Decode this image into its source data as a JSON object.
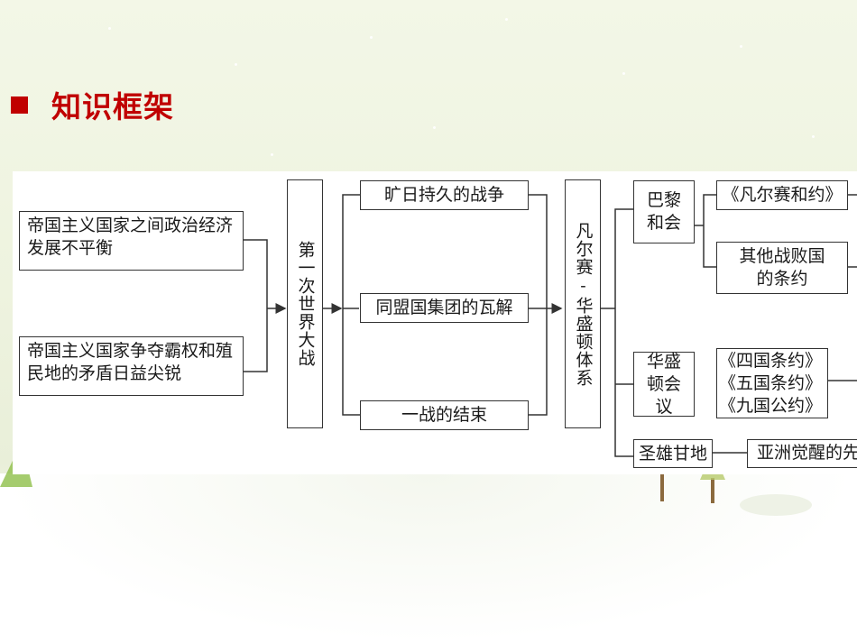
{
  "header": {
    "title": "知识框架"
  },
  "framework": {
    "causes": [
      "帝国主义国家之间政治经济发展不平衡",
      "帝国主义国家争夺霸权和殖民地的矛盾日益尖锐"
    ],
    "war": "第一次世界大战",
    "war_stages": [
      "旷日持久的战争",
      "同盟国集团的瓦解",
      "一战的结束"
    ],
    "system": "凡尔赛-华盛顿体系",
    "paris_conference": "巴黎和会",
    "paris_treaties": [
      "《凡尔赛和约》",
      "其他战败国的条约"
    ],
    "washington_conference": "华盛顿会议",
    "washington_treaties": [
      "《四国条约》",
      "《五国条约》",
      "《九国公约》"
    ],
    "gandhi": "圣雄甘地",
    "asia_awakening": "亚洲觉醒的先"
  },
  "colors": {
    "accent": "#c00000",
    "line": "#333333",
    "panel": "#ffffff"
  }
}
